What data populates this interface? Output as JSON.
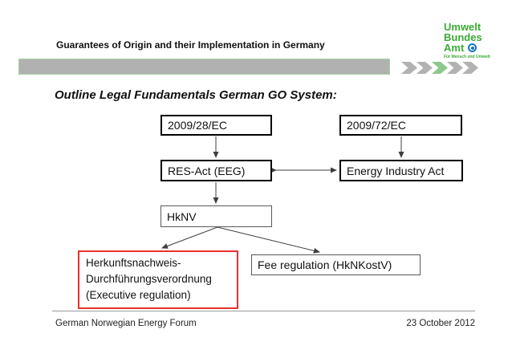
{
  "header": {
    "title": "Guarantees of Origin and their Implementation in Germany",
    "logo": {
      "line1": "Umwelt",
      "line2": "Bundes",
      "line3": "Amt",
      "tagline": "Für Mensch und Umwelt"
    },
    "progress_chevrons": {
      "count": 5,
      "active_index": 2,
      "colors": [
        "#b2b2b2",
        "#b2b2b2",
        "#8cc98c",
        "#b2b2b2",
        "#b2b2b2"
      ]
    }
  },
  "slide": {
    "title": "Outline Legal Fundamentals German GO System:"
  },
  "diagram": {
    "boxes": {
      "directive_28": {
        "label": "2009/28/EC"
      },
      "directive_72": {
        "label": "2009/72/EC"
      },
      "res_act": {
        "label": "RES-Act (EEG)"
      },
      "energy_industry_act": {
        "label": "Energy Industry Act"
      },
      "hknv": {
        "label": "HkNV"
      },
      "executive_regulation": {
        "lines": [
          "Herkunftsnachweis-",
          "Durchführungsverordnung",
          "(Executive regulation)"
        ],
        "highlighted": true
      },
      "fee_regulation": {
        "label": "Fee regulation (HkNKostV)"
      }
    },
    "connections": [
      {
        "from": "directive_28",
        "to": "res_act",
        "type": "arrow"
      },
      {
        "from": "directive_72",
        "to": "energy_industry_act",
        "type": "arrow"
      },
      {
        "from": "res_act",
        "to": "energy_industry_act",
        "type": "double-arrow"
      },
      {
        "from": "res_act",
        "to": "hknv",
        "type": "arrow"
      },
      {
        "from": "hknv",
        "to": "executive_regulation",
        "type": "arrow"
      },
      {
        "from": "hknv",
        "to": "fee_regulation",
        "type": "arrow"
      }
    ]
  },
  "footer": {
    "left": "German Norwegian Energy Forum",
    "right": "23 October 2012"
  },
  "colors": {
    "logo_green": "#3aaa35",
    "chevron_green": "#8cc98c",
    "bar_gray": "#b1b1b1",
    "highlight_red": "#e8322a",
    "emblem_blue": "#1577c8"
  }
}
